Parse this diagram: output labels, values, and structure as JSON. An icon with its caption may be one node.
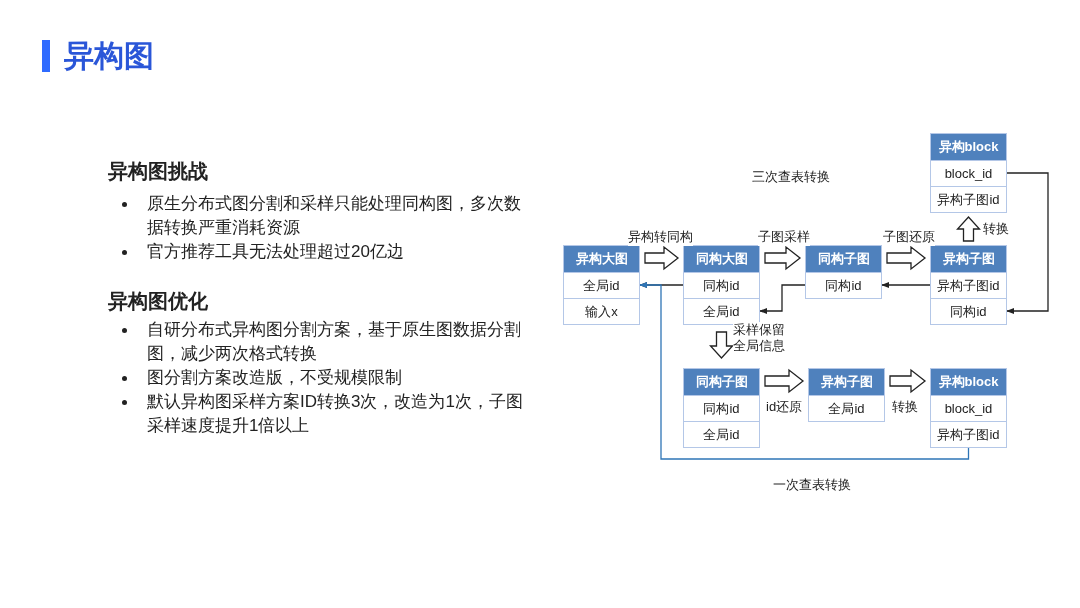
{
  "diagram": {
    "title": "异构图",
    "nodes": [
      {
        "text": [
          "异构大图"
        ]
      },
      {
        "text": [
          "全局id"
        ],
        "in": 0
      },
      {
        "text": [
          "输入x"
        ],
        "in": 0
      },
      {
        "text": [
          "同构大图"
        ]
      },
      {
        "text": [
          "同构id"
        ],
        "in": 3
      },
      {
        "text": [
          "全局id"
        ],
        "in": 3
      },
      {
        "text": [
          "同构子图"
        ]
      },
      {
        "text": [
          "同构id"
        ],
        "in": 6
      },
      {
        "text": [
          "异构子图"
        ]
      },
      {
        "text": [
          "异构子图id"
        ],
        "in": 8
      },
      {
        "text": [
          "同构id"
        ],
        "in": 8
      },
      {
        "text": [
          "异构block"
        ]
      },
      {
        "text": [
          "block_id"
        ],
        "in": 11
      },
      {
        "text": [
          "异构子图id"
        ],
        "in": 11
      },
      {
        "text": [
          "同构子图"
        ]
      },
      {
        "text": [
          "同构id"
        ],
        "in": 14
      },
      {
        "text": [
          "全局id"
        ],
        "in": 14
      },
      {
        "text": [
          "异构子图"
        ]
      },
      {
        "text": [
          "全局id"
        ],
        "in": 17
      },
      {
        "text": [
          "异构block"
        ]
      },
      {
        "text": [
          "block_id"
        ],
        "in": 19
      },
      {
        "text": [
          "异构子图id"
        ],
        "in": 19
      }
    ],
    "edges": [
      {
        "from": 0,
        "to": 3,
        "arrow": "to",
        "label": "异构转同构",
        "style": "thick"
      },
      {
        "from": 3,
        "to": 6,
        "arrow": "to",
        "label": "子图采样",
        "style": "thick"
      },
      {
        "from": 6,
        "to": 8,
        "arrow": "to",
        "label": "子图还原",
        "style": "thick"
      },
      {
        "from": 8,
        "to": 11,
        "arrow": "to",
        "label": "转换",
        "style": "thick"
      },
      {
        "from": 3,
        "to": 14,
        "arrow": "to",
        "label": "采样保留全局信息",
        "style": "thick"
      },
      {
        "from": 14,
        "to": 17,
        "arrow": "to",
        "label": "id还原",
        "style": "thick"
      },
      {
        "from": 17,
        "to": 19,
        "arrow": "to",
        "label": "转换",
        "style": "thick"
      },
      {
        "from": 12,
        "to": 10,
        "arrow": "to"
      },
      {
        "from": 9,
        "to": 7,
        "arrow": "to"
      },
      {
        "from": 7,
        "to": 5,
        "arrow": "to"
      },
      {
        "from": 4,
        "to": 1,
        "arrow": "to"
      },
      {
        "from": 21,
        "to": 1,
        "arrow": "to",
        "color": "#2e75b6"
      }
    ],
    "labels": [
      "异构图挑战",
      "原生分布式图分割和采样只能处理同构图，多次数据转换严重消耗资源",
      "官方推荐工具无法处理超过20亿边",
      "异构图优化",
      "自研分布式异构图分割方案，基于原生图数据分割图，减少两次格式转换",
      "图分割方案改造版，不受规模限制",
      "默认异构图采样方案ID转换3次，改造为1次，子图采样速度提升1倍以上",
      "三次查表转换",
      "一次查表转换"
    ]
  }
}
